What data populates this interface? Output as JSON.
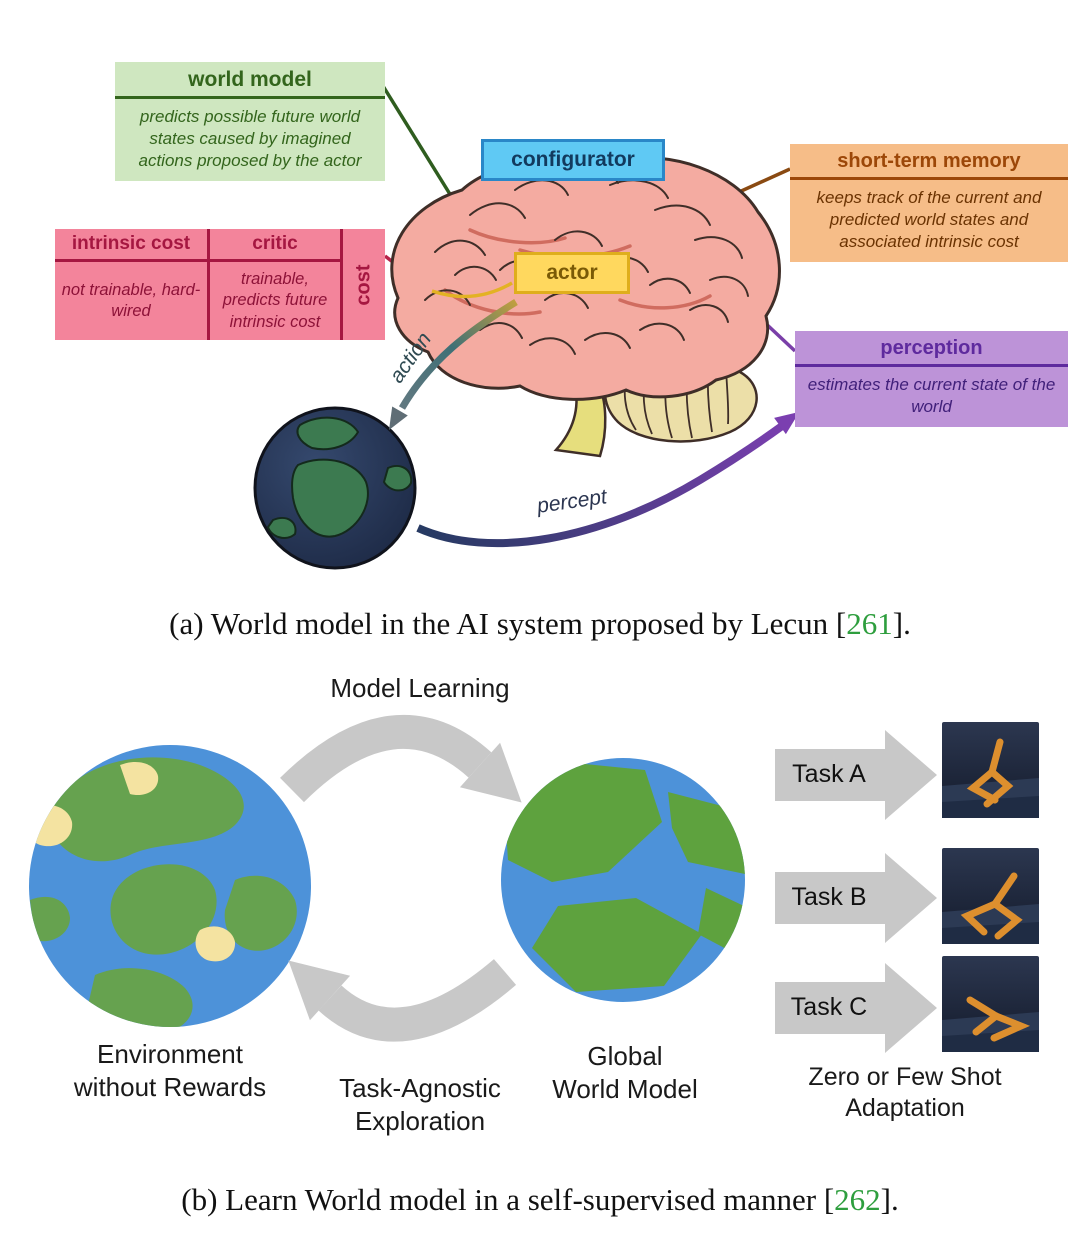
{
  "figure": {
    "subfig_a": {
      "boxes": {
        "world_model": {
          "title": "world model",
          "body": "predicts possible future world states caused by imagined actions proposed by the actor"
        },
        "configurator": {
          "title": "configurator"
        },
        "short_term_memory": {
          "title": "short-term memory",
          "body": "keeps track of the current and predicted world states and associated intrinsic cost"
        },
        "intrinsic_cost": {
          "title": "intrinsic cost",
          "body": "not trainable, hard-wired"
        },
        "critic": {
          "title": "critic",
          "body": "trainable, predicts future intrinsic cost"
        },
        "cost_vertical_label": "cost",
        "actor": {
          "title": "actor"
        },
        "perception": {
          "title": "perception",
          "body": "estimates the current state of the world"
        }
      },
      "arrow_labels": {
        "action": "action",
        "percept": "percept"
      }
    },
    "caption_a": {
      "prefix": "(a) World model in the AI system proposed by Lecun [",
      "citation": "261",
      "suffix": "]."
    },
    "subfig_b": {
      "model_learning": "Model Learning",
      "environment": {
        "lines": [
          "Environment",
          "without Rewards"
        ]
      },
      "global_world_model": {
        "lines": [
          "Global",
          "World Model"
        ]
      },
      "task_agnostic": {
        "lines": [
          "Task-Agnostic",
          "Exploration"
        ]
      },
      "tasks": [
        {
          "label": "Task A"
        },
        {
          "label": "Task B"
        },
        {
          "label": "Task C"
        }
      ],
      "adaptation": {
        "lines": [
          "Zero or Few Shot",
          "Adaptation"
        ]
      }
    },
    "caption_b": {
      "prefix": "(b) Learn World model in a self-supervised manner [",
      "citation": "262",
      "suffix": "]."
    },
    "colors": {
      "world_model_bg": "#cfe7c0",
      "world_model_text": "#33651c",
      "configurator_bg": "#5fc9f4",
      "configurator_border": "#2a87c8",
      "short_term_memory_bg": "#f6bd88",
      "short_term_memory_text": "#9c4708",
      "cost_bg": "#f3849b",
      "cost_text": "#a51741",
      "actor_bg": "#ffd85e",
      "actor_border": "#dfae1c",
      "perception_bg": "#bd93d8",
      "perception_text": "#5e2a9e",
      "citation_green": "#2e9e3e",
      "cycle_arrow_gray": "#c8c8c8",
      "globe_ocean_blue": "#4d92d9",
      "globe_land_green": "#66a24f",
      "globe_sand_yellow": "#f4e3a1",
      "brain_pink": "#f4aba1",
      "walker_orange": "#dd8f2e"
    }
  }
}
